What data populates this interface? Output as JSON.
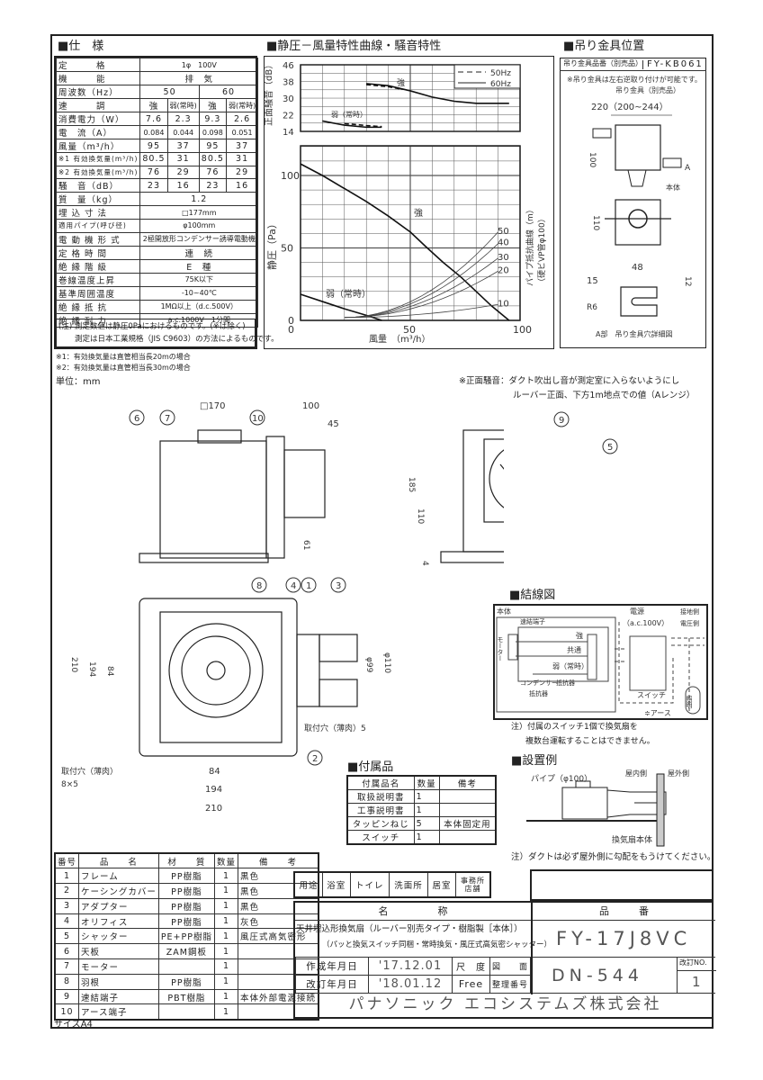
{
  "spec": {
    "title": "■仕　様",
    "rows": [
      {
        "label": "定　　　格",
        "cells": [
          {
            "v": "1φ　100V",
            "s": 4
          }
        ]
      },
      {
        "label": "機　　　能",
        "cells": [
          {
            "v": "排　気",
            "s": 4
          }
        ]
      },
      {
        "label": "周波数（Hz）",
        "cells": [
          {
            "v": "50",
            "s": 2
          },
          {
            "v": "60",
            "s": 2
          }
        ]
      },
      {
        "label": "速　　　調",
        "cells": [
          {
            "v": "強"
          },
          {
            "v": "弱(常時)"
          },
          {
            "v": "強"
          },
          {
            "v": "弱(常時)"
          }
        ]
      },
      {
        "label": "消費電力（W）",
        "cells": [
          {
            "v": "7.6"
          },
          {
            "v": "2.3"
          },
          {
            "v": "9.3"
          },
          {
            "v": "2.6"
          }
        ]
      },
      {
        "label": "電　流（A）",
        "cells": [
          {
            "v": "0.084"
          },
          {
            "v": "0.044"
          },
          {
            "v": "0.098"
          },
          {
            "v": "0.051"
          }
        ]
      },
      {
        "label": "風量（m³/h）",
        "cells": [
          {
            "v": "95"
          },
          {
            "v": "37"
          },
          {
            "v": "95"
          },
          {
            "v": "37"
          }
        ]
      },
      {
        "label": "※1 有効換気量(m³/h)",
        "cells": [
          {
            "v": "80.5"
          },
          {
            "v": "31"
          },
          {
            "v": "80.5"
          },
          {
            "v": "31"
          }
        ]
      },
      {
        "label": "※2 有効換気量(m³/h)",
        "cells": [
          {
            "v": "76"
          },
          {
            "v": "29"
          },
          {
            "v": "76"
          },
          {
            "v": "29"
          }
        ]
      },
      {
        "label": "騒　音（dB）",
        "cells": [
          {
            "v": "23"
          },
          {
            "v": "16"
          },
          {
            "v": "23"
          },
          {
            "v": "16"
          }
        ]
      },
      {
        "label": "質　量（kg）",
        "cells": [
          {
            "v": "1.2",
            "s": 4
          }
        ]
      },
      {
        "label": "埋 込 寸 法",
        "cells": [
          {
            "v": "□177mm",
            "s": 4
          }
        ]
      },
      {
        "label": "適用パイプ(呼び径)",
        "cells": [
          {
            "v": "φ100mm",
            "s": 4
          }
        ]
      },
      {
        "label": "電 動 機 形 式",
        "cells": [
          {
            "v": "2極開放形コンデンサー誘導電動機",
            "s": 4
          }
        ]
      },
      {
        "label": "定 格 時 間",
        "cells": [
          {
            "v": "連　続",
            "s": 4
          }
        ]
      },
      {
        "label": "絶 縁 階 級",
        "cells": [
          {
            "v": "E　種",
            "s": 4
          }
        ]
      },
      {
        "label": "巻線温度上昇",
        "cells": [
          {
            "v": "75K以下",
            "s": 4
          }
        ]
      },
      {
        "label": "基準周囲温度",
        "cells": [
          {
            "v": "-10~40℃",
            "s": 4
          }
        ]
      },
      {
        "label": "絶 縁 抵 抗",
        "cells": [
          {
            "v": "1MΩ以上（d.c.500V）",
            "s": 4
          }
        ]
      },
      {
        "label": "絶 縁 耐 力",
        "cells": [
          {
            "v": "a.c.1000V　1分間",
            "s": 4
          }
        ]
      }
    ],
    "note1": "(注) 測定数値は静圧0Paにおけるものです。(※は除く)",
    "note2": "測定は日本工業規格（JIS C9603）の方法によるものです。",
    "foot1": "※1：有効換気量は直管相当長20mの場合",
    "foot2": "※2：有効換気量は直管相当長30mの場合",
    "unit": "単位：mm"
  },
  "chart": {
    "title": "■静圧－風量特性曲線・騒音特性",
    "noise_ylabel": "正面騒音（dB）",
    "ylabel": "静圧（Pa）",
    "xlabel": "風量　（m³/h）",
    "pipe_label": "パイプ抵抗曲線（m）",
    "pipe_label2": "（硬ビVP管φ100）",
    "legend_50": "50Hz",
    "legend_60": "60Hz",
    "strong": "強",
    "weak": "弱（常時）",
    "note1": "※正面騒音：ダクト吹出し音が測定室に入らないようにし",
    "note2": "ルーバー正面、下方1m地点での値（Aレンジ）"
  },
  "chart_data": {
    "type": "line",
    "noise": {
      "yticks": [
        14,
        22,
        30,
        38,
        46
      ],
      "ylim": [
        14,
        46
      ],
      "strong_60": [
        [
          30,
          37
        ],
        [
          40,
          36
        ],
        [
          50,
          33.5
        ],
        [
          60,
          30.5
        ],
        [
          70,
          28.5
        ],
        [
          80,
          27.5
        ],
        [
          95,
          27.5
        ]
      ],
      "strong_50": [
        [
          30,
          36.5
        ],
        [
          40,
          35.5
        ],
        [
          45,
          34.5
        ]
      ],
      "weak_60": [
        [
          10,
          19
        ],
        [
          20,
          17
        ],
        [
          30,
          16
        ],
        [
          37,
          16
        ]
      ],
      "weak_50": [
        [
          20,
          17.8
        ],
        [
          30,
          16.8
        ],
        [
          37,
          16.3
        ]
      ]
    },
    "pressure": {
      "xticks": [
        0,
        50,
        100
      ],
      "yticks": [
        0,
        50,
        100
      ],
      "xlim": [
        0,
        100
      ],
      "ylim": [
        0,
        120
      ],
      "strong": [
        [
          0,
          108
        ],
        [
          10,
          100
        ],
        [
          20,
          91
        ],
        [
          30,
          82
        ],
        [
          40,
          72
        ],
        [
          50,
          61
        ],
        [
          57,
          51
        ],
        [
          65,
          40
        ],
        [
          73,
          30
        ],
        [
          80,
          20
        ],
        [
          87,
          10
        ],
        [
          95,
          0
        ]
      ],
      "weak": [
        [
          0,
          18
        ],
        [
          10,
          13
        ],
        [
          20,
          8
        ],
        [
          30,
          3.5
        ],
        [
          37,
          0
        ]
      ],
      "pipe_curves": [
        {
          "name": "10",
          "end": 11
        },
        {
          "name": "20",
          "end": 34
        },
        {
          "name": "30",
          "end": 43
        },
        {
          "name": "40",
          "end": 53
        },
        {
          "name": "50",
          "end": 61
        }
      ]
    }
  },
  "hanger": {
    "title": "■吊り金具位置",
    "part_label": "吊り金具品番（別売品）",
    "part_no": "FY-KB061",
    "note": "※吊り金具は左右逆取り付けが可能です。",
    "bracket": "吊り金具（別売品）",
    "dim_w": "220（200~244）",
    "dim_100": "100",
    "dim_110": "110",
    "body": "本体",
    "a": "A",
    "dim_48": "48",
    "dim_15": "15",
    "dim_12": "12",
    "r6": "R6",
    "detail": "A部　吊り金具穴詳細図"
  },
  "drawing": {
    "balloons": [
      "1",
      "2",
      "3",
      "4",
      "5",
      "6",
      "7",
      "8",
      "9",
      "10"
    ],
    "d170": "□170",
    "d100": "100",
    "d45": "45",
    "d61": "61",
    "d185": "185",
    "d110": "110",
    "d4": "4",
    "d210v": "210",
    "d194v": "194",
    "d84v": "84",
    "d99": "φ99",
    "d110c": "φ110",
    "d84": "84",
    "d194": "194",
    "d210": "210",
    "hole": "取付穴（薄肉）5",
    "hole2": "取付穴（薄肉）",
    "hole3": "8×5"
  },
  "wiring": {
    "title": "■結線図",
    "body": "本体",
    "terminal": "速結端子",
    "motor": "モーター",
    "strong": "強",
    "common": "共通",
    "weak": "弱（常時）",
    "capacitor": "コンデンサー",
    "resistor": "抵抗器",
    "resistor2": "抵抗器",
    "power": "電源",
    "ac": "（a.c.100V）",
    "ground_side": "接地側",
    "voltage_side": "電圧側",
    "switch": "スイッチ",
    "light": "照明",
    "earth": "≑アース",
    "note1": "注）付属のスイッチ1個で換気扇を",
    "note2": "複数台運転することはできません。"
  },
  "accessories": {
    "title": "■付属品",
    "headers": [
      "付属品名",
      "数量",
      "備考"
    ],
    "rows": [
      [
        "取扱説明書",
        "1",
        ""
      ],
      [
        "工事説明書",
        "1",
        ""
      ],
      [
        "タッピンねじ",
        "5",
        "本体固定用"
      ],
      [
        "スイッチ",
        "1",
        ""
      ]
    ]
  },
  "install": {
    "title": "■設置例",
    "pipe": "パイプ（φ100）",
    "indoor": "屋内側",
    "outdoor": "屋外側",
    "body": "換気扇本体",
    "note": "注）ダクトは必ず屋外側に勾配をもうけてください。"
  },
  "parts": {
    "headers": [
      "番号",
      "品　　名",
      "材　　質",
      "数量",
      "備　　考"
    ],
    "rows": [
      [
        "1",
        "フレーム",
        "PP樹脂",
        "1",
        "黒色"
      ],
      [
        "2",
        "ケーシングカバー",
        "PP樹脂",
        "1",
        "黒色"
      ],
      [
        "3",
        "アダプター",
        "PP樹脂",
        "1",
        "黒色"
      ],
      [
        "4",
        "オリフィス",
        "PP樹脂",
        "1",
        "灰色"
      ],
      [
        "5",
        "シャッター",
        "PE+PP樹脂",
        "1",
        "風圧式高気密形"
      ],
      [
        "6",
        "天板",
        "ZAM鋼板",
        "1",
        ""
      ],
      [
        "7",
        "モーター",
        "",
        "1",
        ""
      ],
      [
        "8",
        "羽根",
        "PP樹脂",
        "1",
        ""
      ],
      [
        "9",
        "速結端子",
        "PBT樹脂",
        "1",
        "本体外部電源接続"
      ],
      [
        "10",
        "アース端子",
        "",
        "1",
        ""
      ]
    ]
  },
  "title_block": {
    "uses": [
      "用途",
      "浴室",
      "トイレ",
      "洗面所",
      "居室",
      "事務所\n店舗"
    ],
    "name_h": "名　　　　　称",
    "no_h": "品　　　番",
    "name1": "天井埋込形換気扇（ルーバー別売タイプ・樹脂製［本体］）",
    "name2": "（パッと換気スイッチ同梱・常時換気・風圧式高気密シャッター）",
    "model": "FY-17J8VC",
    "created_l": "作成年月日",
    "created": "'17.12.01",
    "revised_l": "改訂年月日",
    "revised": "'18.01.12",
    "scale_l": "尺　度",
    "scale": "Free",
    "drawno_l1": "図　　面",
    "drawno_l2": "整理番号",
    "drawno": "DN-544",
    "rev_l": "改訂NO.",
    "rev": "1",
    "company": "パナソニック エコシステムズ株式会社"
  },
  "size": "サイズA4"
}
